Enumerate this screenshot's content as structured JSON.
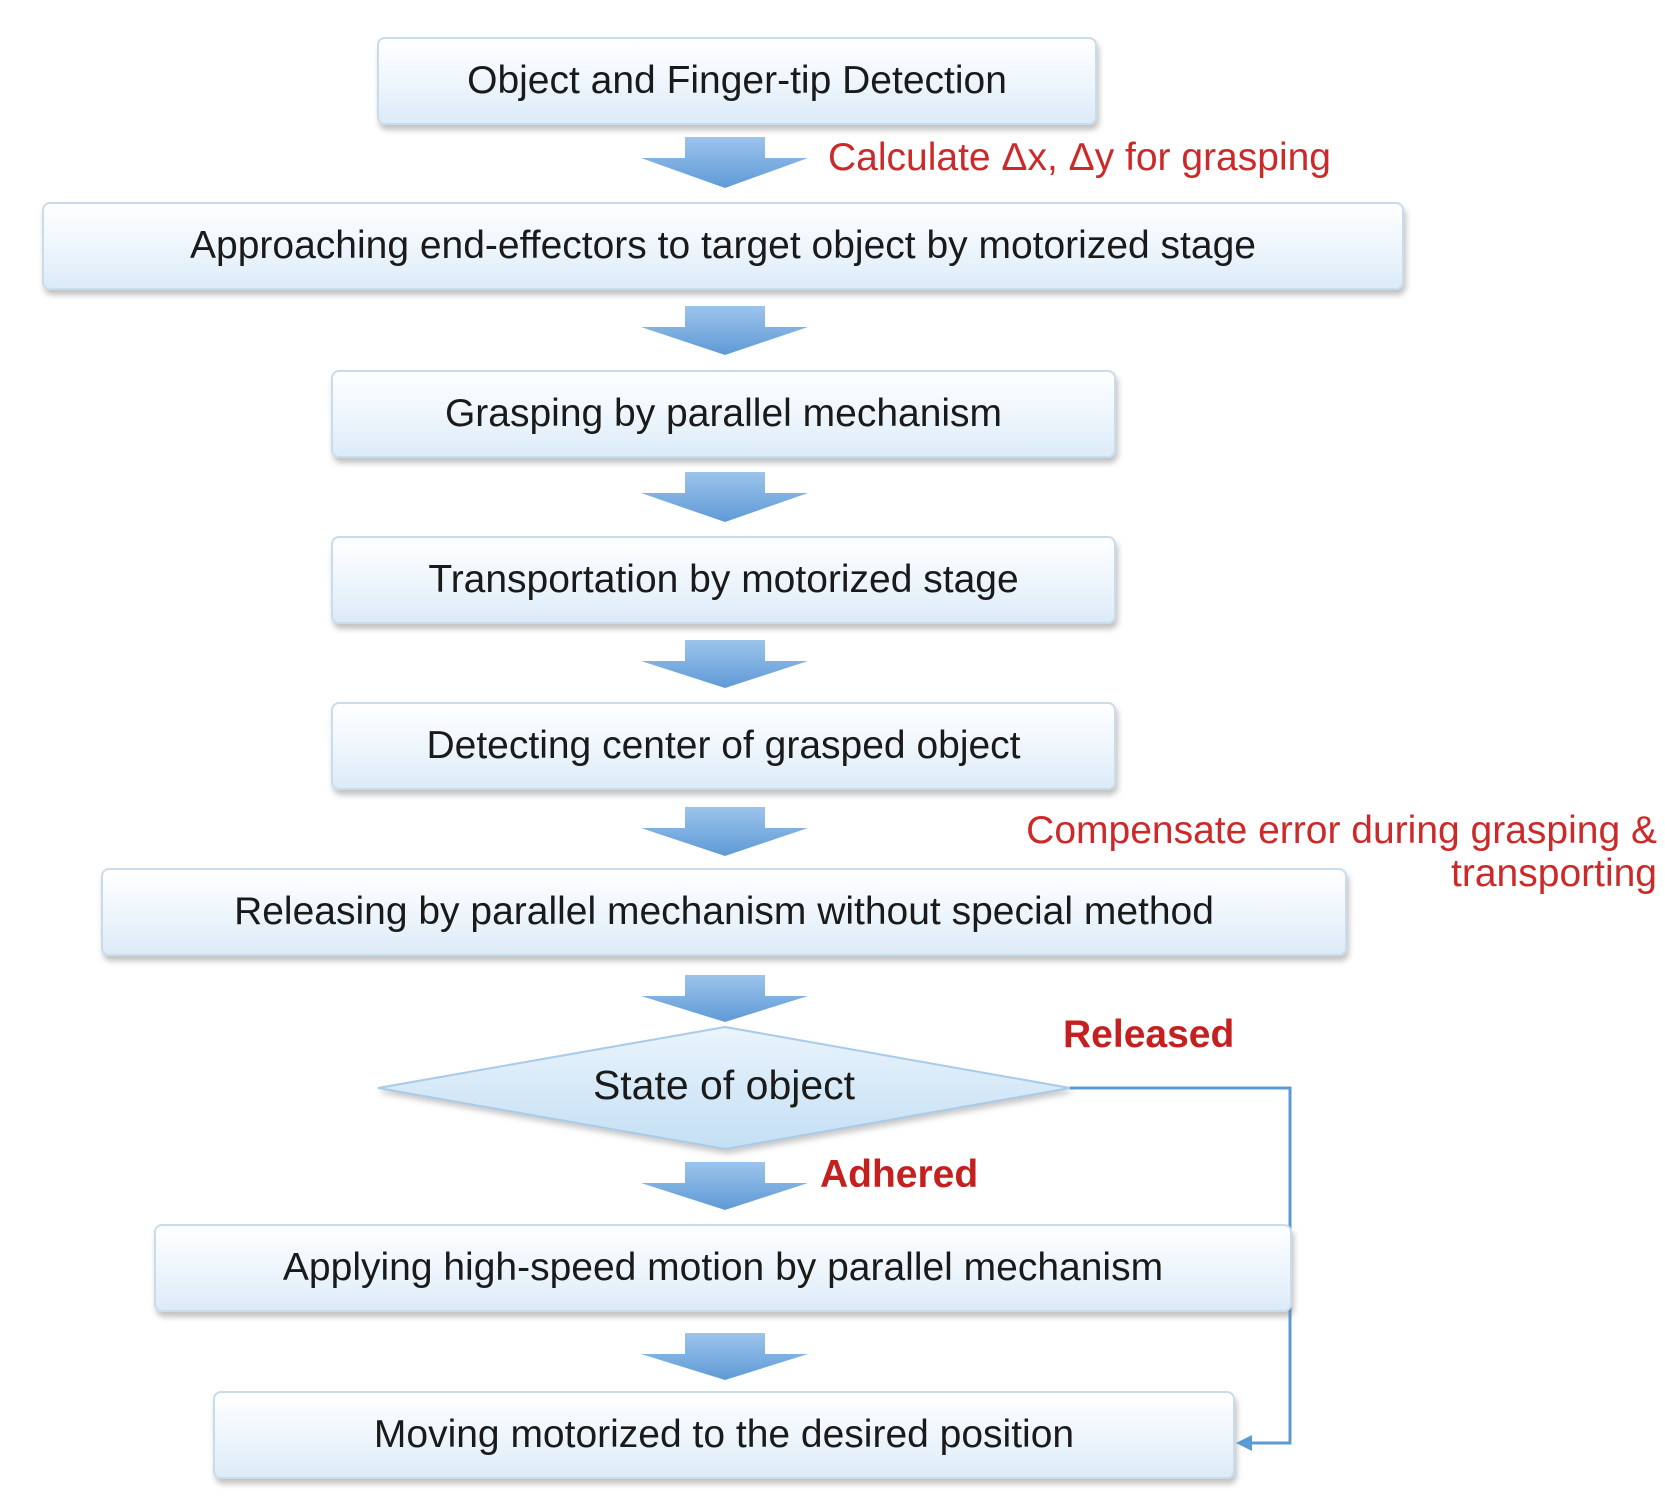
{
  "steps": [
    {
      "id": "detect",
      "label": "Object and Finger-tip Detection"
    },
    {
      "id": "approach",
      "label": "Approaching end-effectors to target object by motorized stage"
    },
    {
      "id": "grasp",
      "label": "Grasping by parallel mechanism"
    },
    {
      "id": "transport",
      "label": "Transportation by motorized stage"
    },
    {
      "id": "center",
      "label": "Detecting center of grasped object"
    },
    {
      "id": "release",
      "label": "Releasing by parallel mechanism without special method"
    },
    {
      "id": "highspeed",
      "label": "Applying high-speed motion by parallel mechanism"
    },
    {
      "id": "move",
      "label": "Moving motorized to the desired position"
    }
  ],
  "decision": {
    "label": "State of object"
  },
  "annotations": {
    "calculate": "Calculate Δx, Δy for grasping",
    "compensate_line1": "Compensate error during grasping &",
    "compensate_line2": "transporting",
    "released": "Released",
    "adhered": "Adhered"
  },
  "colors": {
    "arrow_fill": "#7fb1e2",
    "connector_line": "#5b9bd5",
    "annotation_text": "#cc2a2a",
    "box_border": "#c9dcec"
  }
}
